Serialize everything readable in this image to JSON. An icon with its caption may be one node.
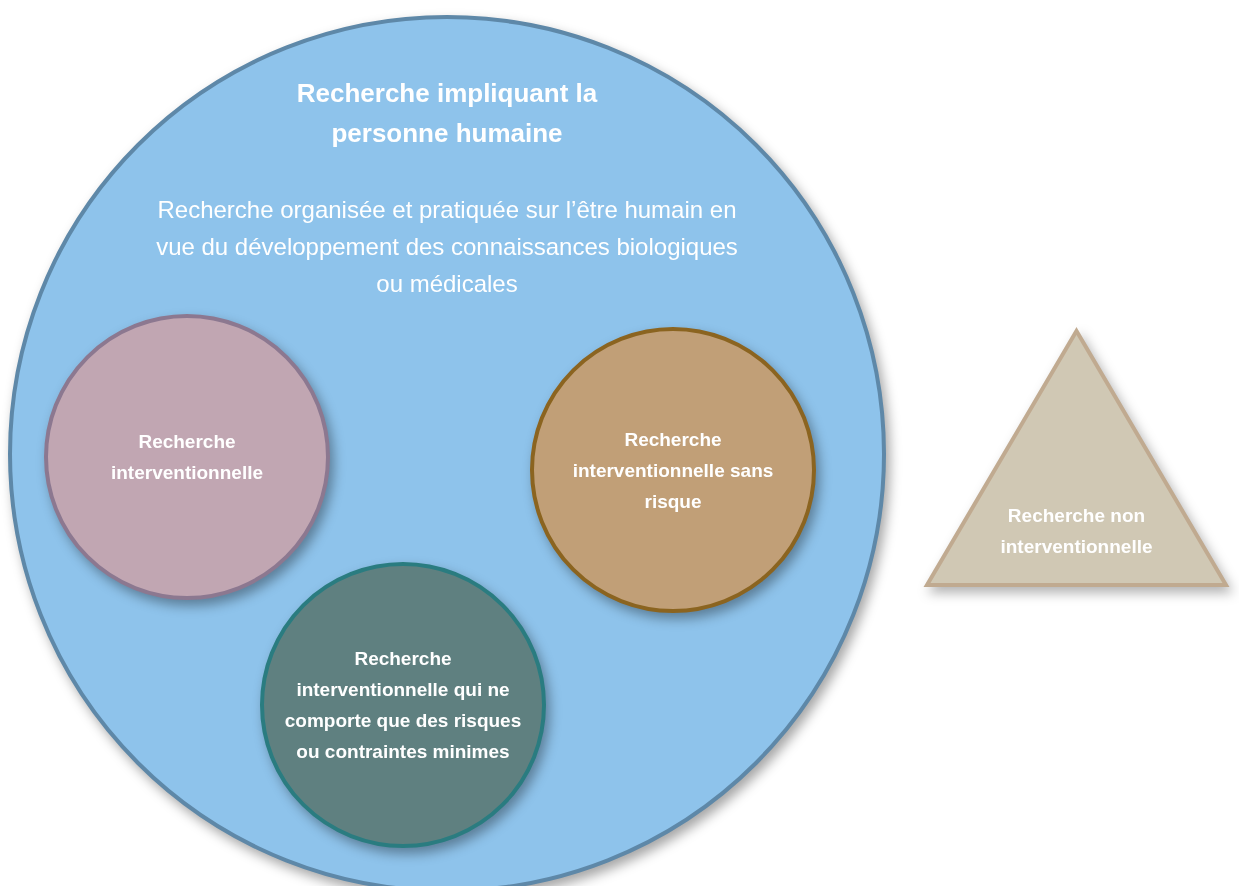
{
  "diagram": {
    "nodes": [
      {
        "text": [
          "Recherche impliquant la personne humaine",
          "Recherche organisée et pratiquée sur l’être humain en vue du développement des connaissances biologiques ou médicales"
        ]
      },
      {
        "text": [
          "Recherche interventionnelle"
        ],
        "in": 0
      },
      {
        "text": [
          "Recherche interventionnelle sans risque"
        ],
        "in": 0
      },
      {
        "text": [
          "Recherche interventionnelle qui ne comporte que des risques ou contraintes minimes"
        ],
        "in": 0
      },
      {
        "text": [
          "Recherche non interventionnelle"
        ]
      }
    ]
  }
}
